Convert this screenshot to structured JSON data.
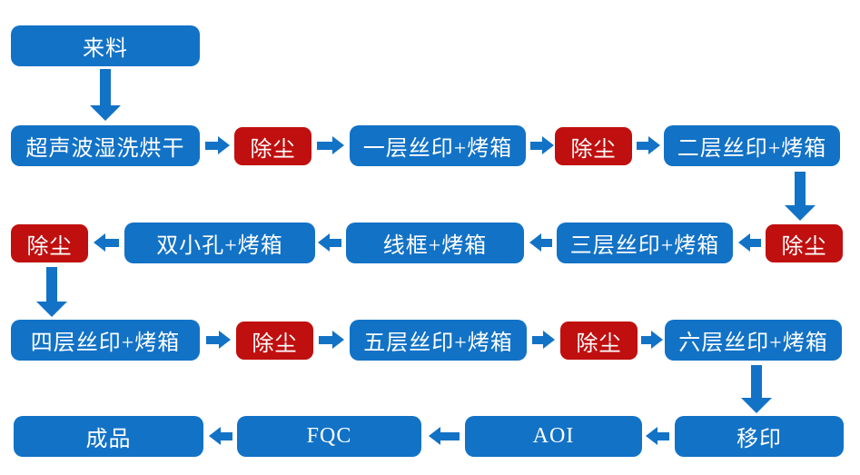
{
  "palette": {
    "process_blue": "#1272c6",
    "dedust_red": "#c00f0f",
    "arrow_blue": "#1272c6",
    "label_white": "#ffffff",
    "canvas_white": "#ffffff"
  },
  "labels": {
    "incoming": "来料",
    "ultrasonic_wash_dry": "超声波湿洗烘干",
    "dedust": "除尘",
    "screen_print_1": "一层丝印+烤箱",
    "screen_print_2": "二层丝印+烤箱",
    "screen_print_3": "三层丝印+烤箱",
    "wire_frame_oven": "线框+烤箱",
    "double_hole_oven": "双小孔+烤箱",
    "screen_print_4": "四层丝印+烤箱",
    "screen_print_5": "五层丝印+烤箱",
    "screen_print_6": "六层丝印+烤箱",
    "pad_print": "移印",
    "aoi": "AOI",
    "fqc": "FQC",
    "finished_product": "成品"
  }
}
